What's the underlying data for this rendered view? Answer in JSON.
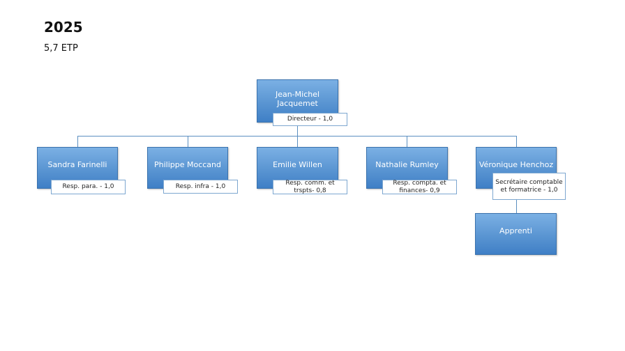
{
  "header": {
    "year": "2025",
    "etp": "5,7 ETP"
  },
  "director": {
    "name": "Jean-Michel Jacquemet",
    "role": "Directeur - 1,0"
  },
  "staff": [
    {
      "name": "Sandra Farinelli",
      "role": "Resp. para.  - 1,0"
    },
    {
      "name": "Philippe Moccand",
      "role": "Resp. infra - 1,0"
    },
    {
      "name": "Emilie Willen",
      "role": "Resp. comm. et trspts- 0,8"
    },
    {
      "name": "Nathalie Rumley",
      "role": "Resp. compta. et finances- 0,9"
    },
    {
      "name": "Véronique Henchoz",
      "role": "Secrétaire comptable et formatrice  - 1,0"
    }
  ],
  "apprentice": {
    "name": "Apprenti"
  },
  "colors": {
    "box": "#5a95d2",
    "connector": "#5b8fc0",
    "role_border": "#7da7d0"
  }
}
